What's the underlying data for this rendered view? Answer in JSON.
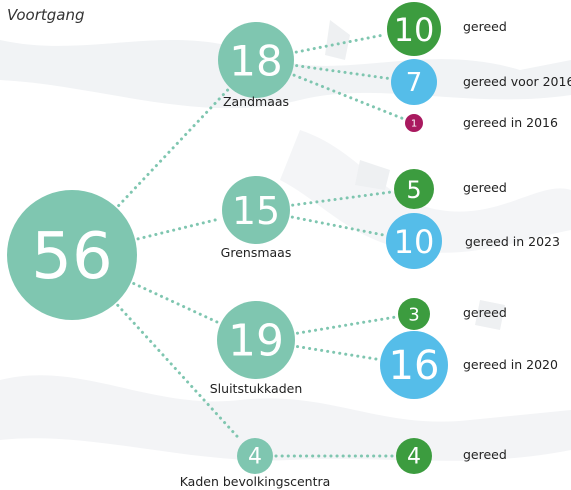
{
  "title": "Voortgang",
  "colors": {
    "teal": "#7fc6b0",
    "green": "#3c9c3f",
    "blue": "#55bde9",
    "magenta": "#a9195f",
    "dot": "#7fc6b0"
  },
  "root": {
    "value": "56"
  },
  "groups": [
    {
      "id": "zandmaas",
      "value": "18",
      "name": "Zandmaas",
      "children": [
        {
          "value": "10",
          "label": "gereed",
          "color": "green"
        },
        {
          "value": "7",
          "label": "gereed voor 2016",
          "color": "blue"
        },
        {
          "value": "1",
          "label": "gereed in 2016",
          "color": "magenta"
        }
      ]
    },
    {
      "id": "grensmaas",
      "value": "15",
      "name": "Grensmaas",
      "children": [
        {
          "value": "5",
          "label": "gereed",
          "color": "green"
        },
        {
          "value": "10",
          "label": "gereed in 2023",
          "color": "blue"
        }
      ]
    },
    {
      "id": "sluitstukkaden",
      "value": "19",
      "name": "Sluitstukkaden",
      "children": [
        {
          "value": "3",
          "label": "gereed",
          "color": "green"
        },
        {
          "value": "16",
          "label": "gereed in 2020",
          "color": "blue"
        }
      ]
    },
    {
      "id": "kaden-bevolkingscentra",
      "value": "4",
      "name": "Kaden bevolkingscentra",
      "children": [
        {
          "value": "4",
          "label": "gereed",
          "color": "green"
        }
      ]
    }
  ]
}
